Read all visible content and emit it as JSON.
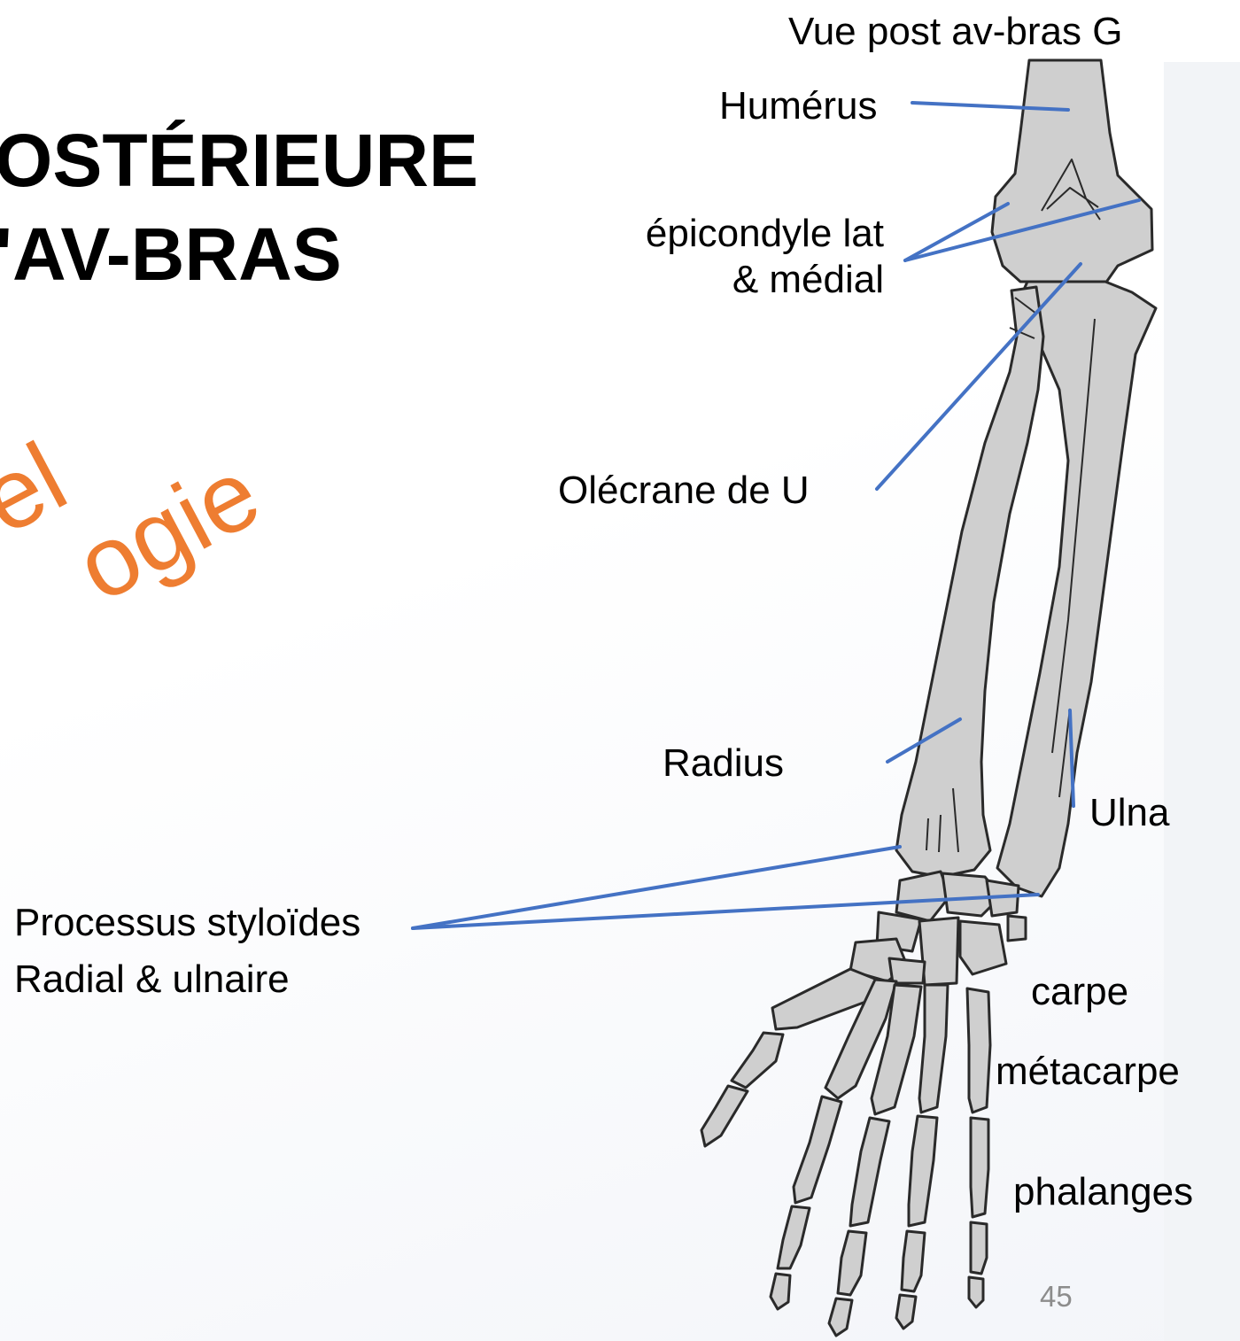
{
  "slide": {
    "title_lines": [
      "OSTÉRIEURE",
      "'AV-BRAS"
    ],
    "subtitle_lines": [
      "el",
      "ogie"
    ],
    "page_number": "45"
  },
  "figure": {
    "caption": "Vue post av-bras G",
    "labels": {
      "humerus": "Humérus",
      "epicondyle_line1": "épicondyle lat",
      "epicondyle_line2": "& médial",
      "olecrane": "Olécrane de U",
      "radius": "Radius",
      "ulna": "Ulna",
      "styloid_line1": "Processus styloïdes",
      "styloid_line2": "Radial & ulnaire",
      "carpe": "carpe",
      "metacarpe": "métacarpe",
      "phalanges": "phalanges"
    }
  },
  "colors": {
    "bone_fill": "#cfcfcf",
    "bone_outline": "#2a2a2a",
    "leader_line": "#4472c4",
    "subtitle_text": "#ee7d31",
    "page_number": "#8c8c8c"
  }
}
